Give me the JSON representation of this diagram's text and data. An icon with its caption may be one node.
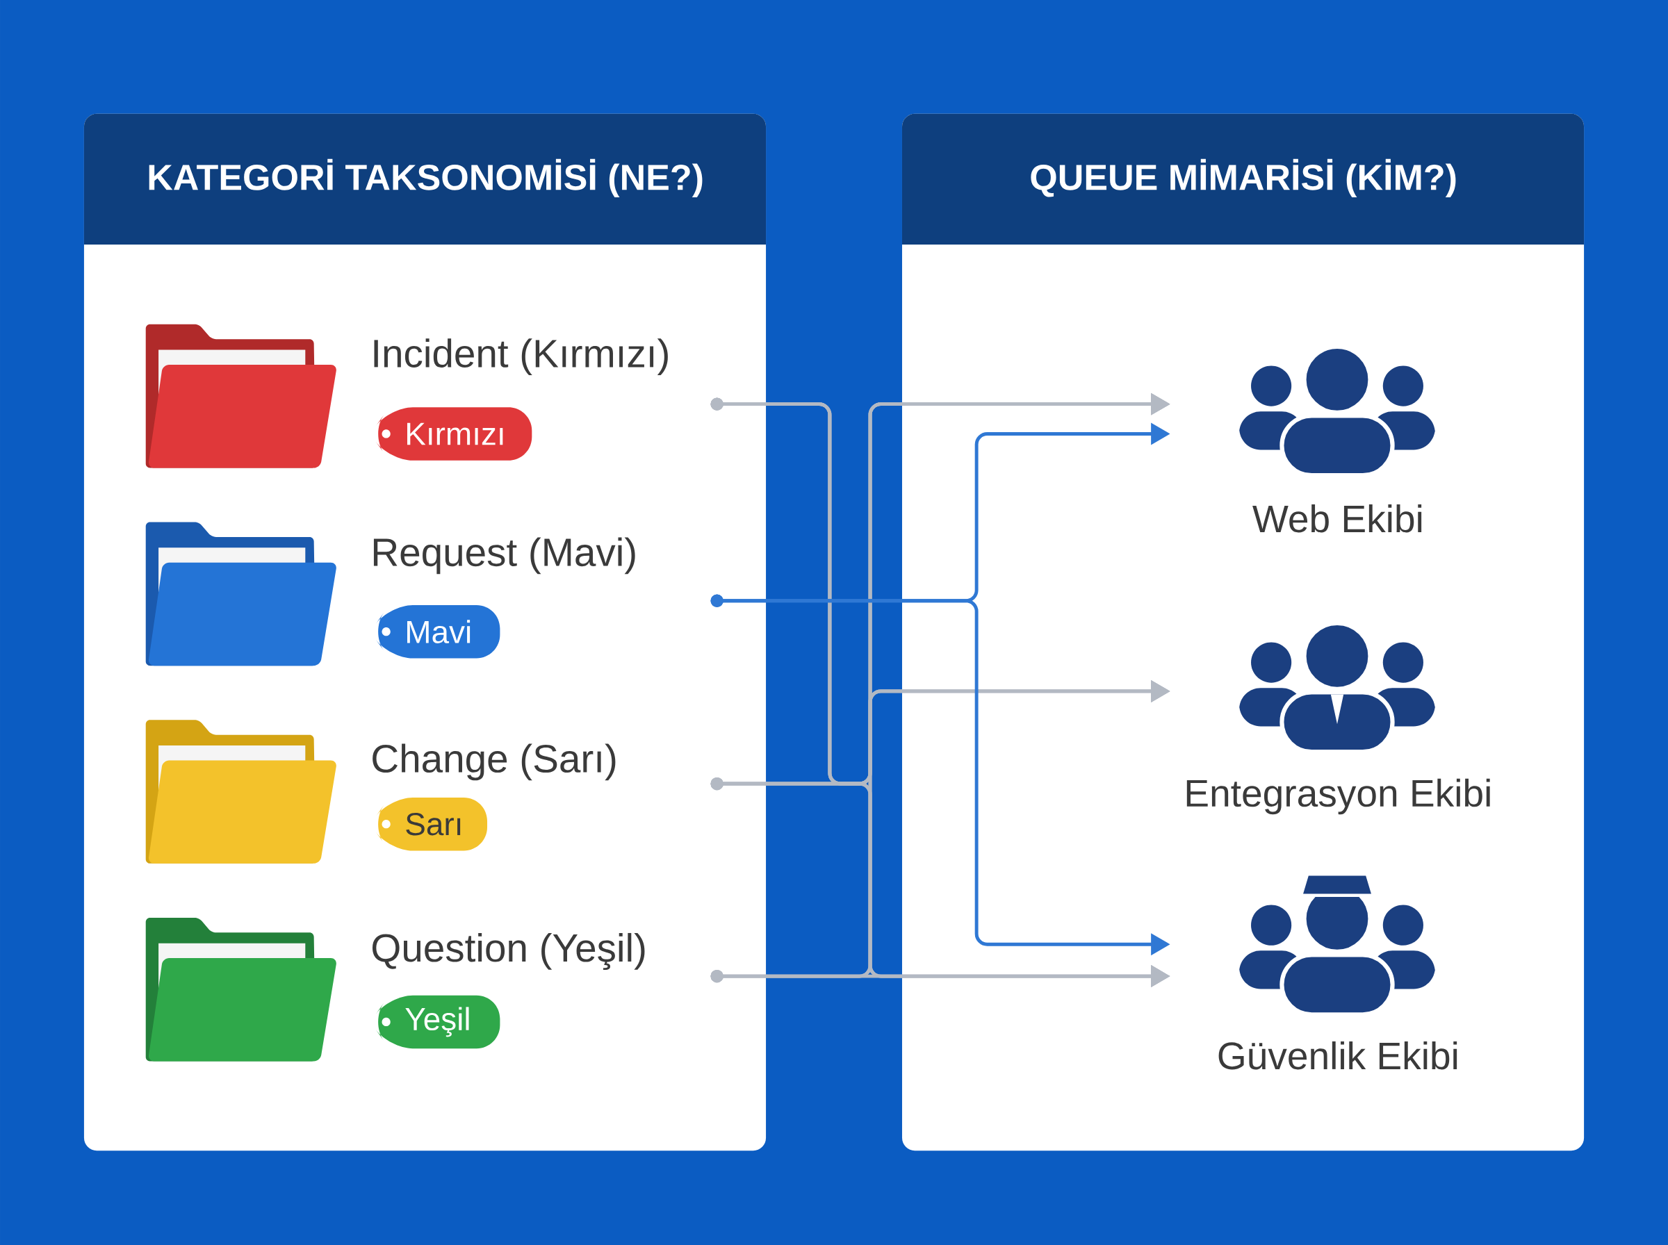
{
  "diagram": {
    "nodes": [
      {
        "text": [
          "KATEGORİ TAKSONOMİSİ (NE?)"
        ]
      },
      {
        "text": [
          "QUEUE MİMARİSİ (KİM?)"
        ]
      },
      {
        "text": [
          "Incident (Kırmızı)"
        ],
        "in": 0
      },
      {
        "text": [
          "Kırmızı"
        ],
        "in": 0
      },
      {
        "text": [
          "Request (Mavi)"
        ],
        "in": 0
      },
      {
        "text": [
          "Mavi"
        ],
        "in": 0
      },
      {
        "text": [
          "Change (Sarı)"
        ],
        "in": 0
      },
      {
        "text": [
          "Sarı"
        ],
        "in": 0
      },
      {
        "text": [
          "Question (Yeşil)"
        ],
        "in": 0
      },
      {
        "text": [
          "Yeşil"
        ],
        "in": 0
      },
      {
        "text": [
          "Web Ekibi"
        ],
        "in": 1
      },
      {
        "text": [
          "Entegrasyon Ekibi"
        ],
        "in": 1
      },
      {
        "text": [
          "Güvenlik Ekibi"
        ],
        "in": 1
      }
    ],
    "edges": [
      {
        "from": 2,
        "to": 10,
        "arrow": "to"
      },
      {
        "from": 2,
        "to": 11,
        "arrow": "to"
      },
      {
        "from": 2,
        "to": 12,
        "arrow": "to"
      },
      {
        "from": 6,
        "to": 10,
        "arrow": "to"
      },
      {
        "from": 6,
        "to": 11,
        "arrow": "to"
      },
      {
        "from": 6,
        "to": 12,
        "arrow": "to"
      },
      {
        "from": 8,
        "to": 10,
        "arrow": "to"
      },
      {
        "from": 8,
        "to": 11,
        "arrow": "to"
      },
      {
        "from": 8,
        "to": 12,
        "arrow": "to"
      },
      {
        "from": 4,
        "to": 10,
        "arrow": "to",
        "color": "#2f78d4"
      },
      {
        "from": 4,
        "to": 12,
        "arrow": "to",
        "color": "#2f78d4"
      }
    ]
  }
}
